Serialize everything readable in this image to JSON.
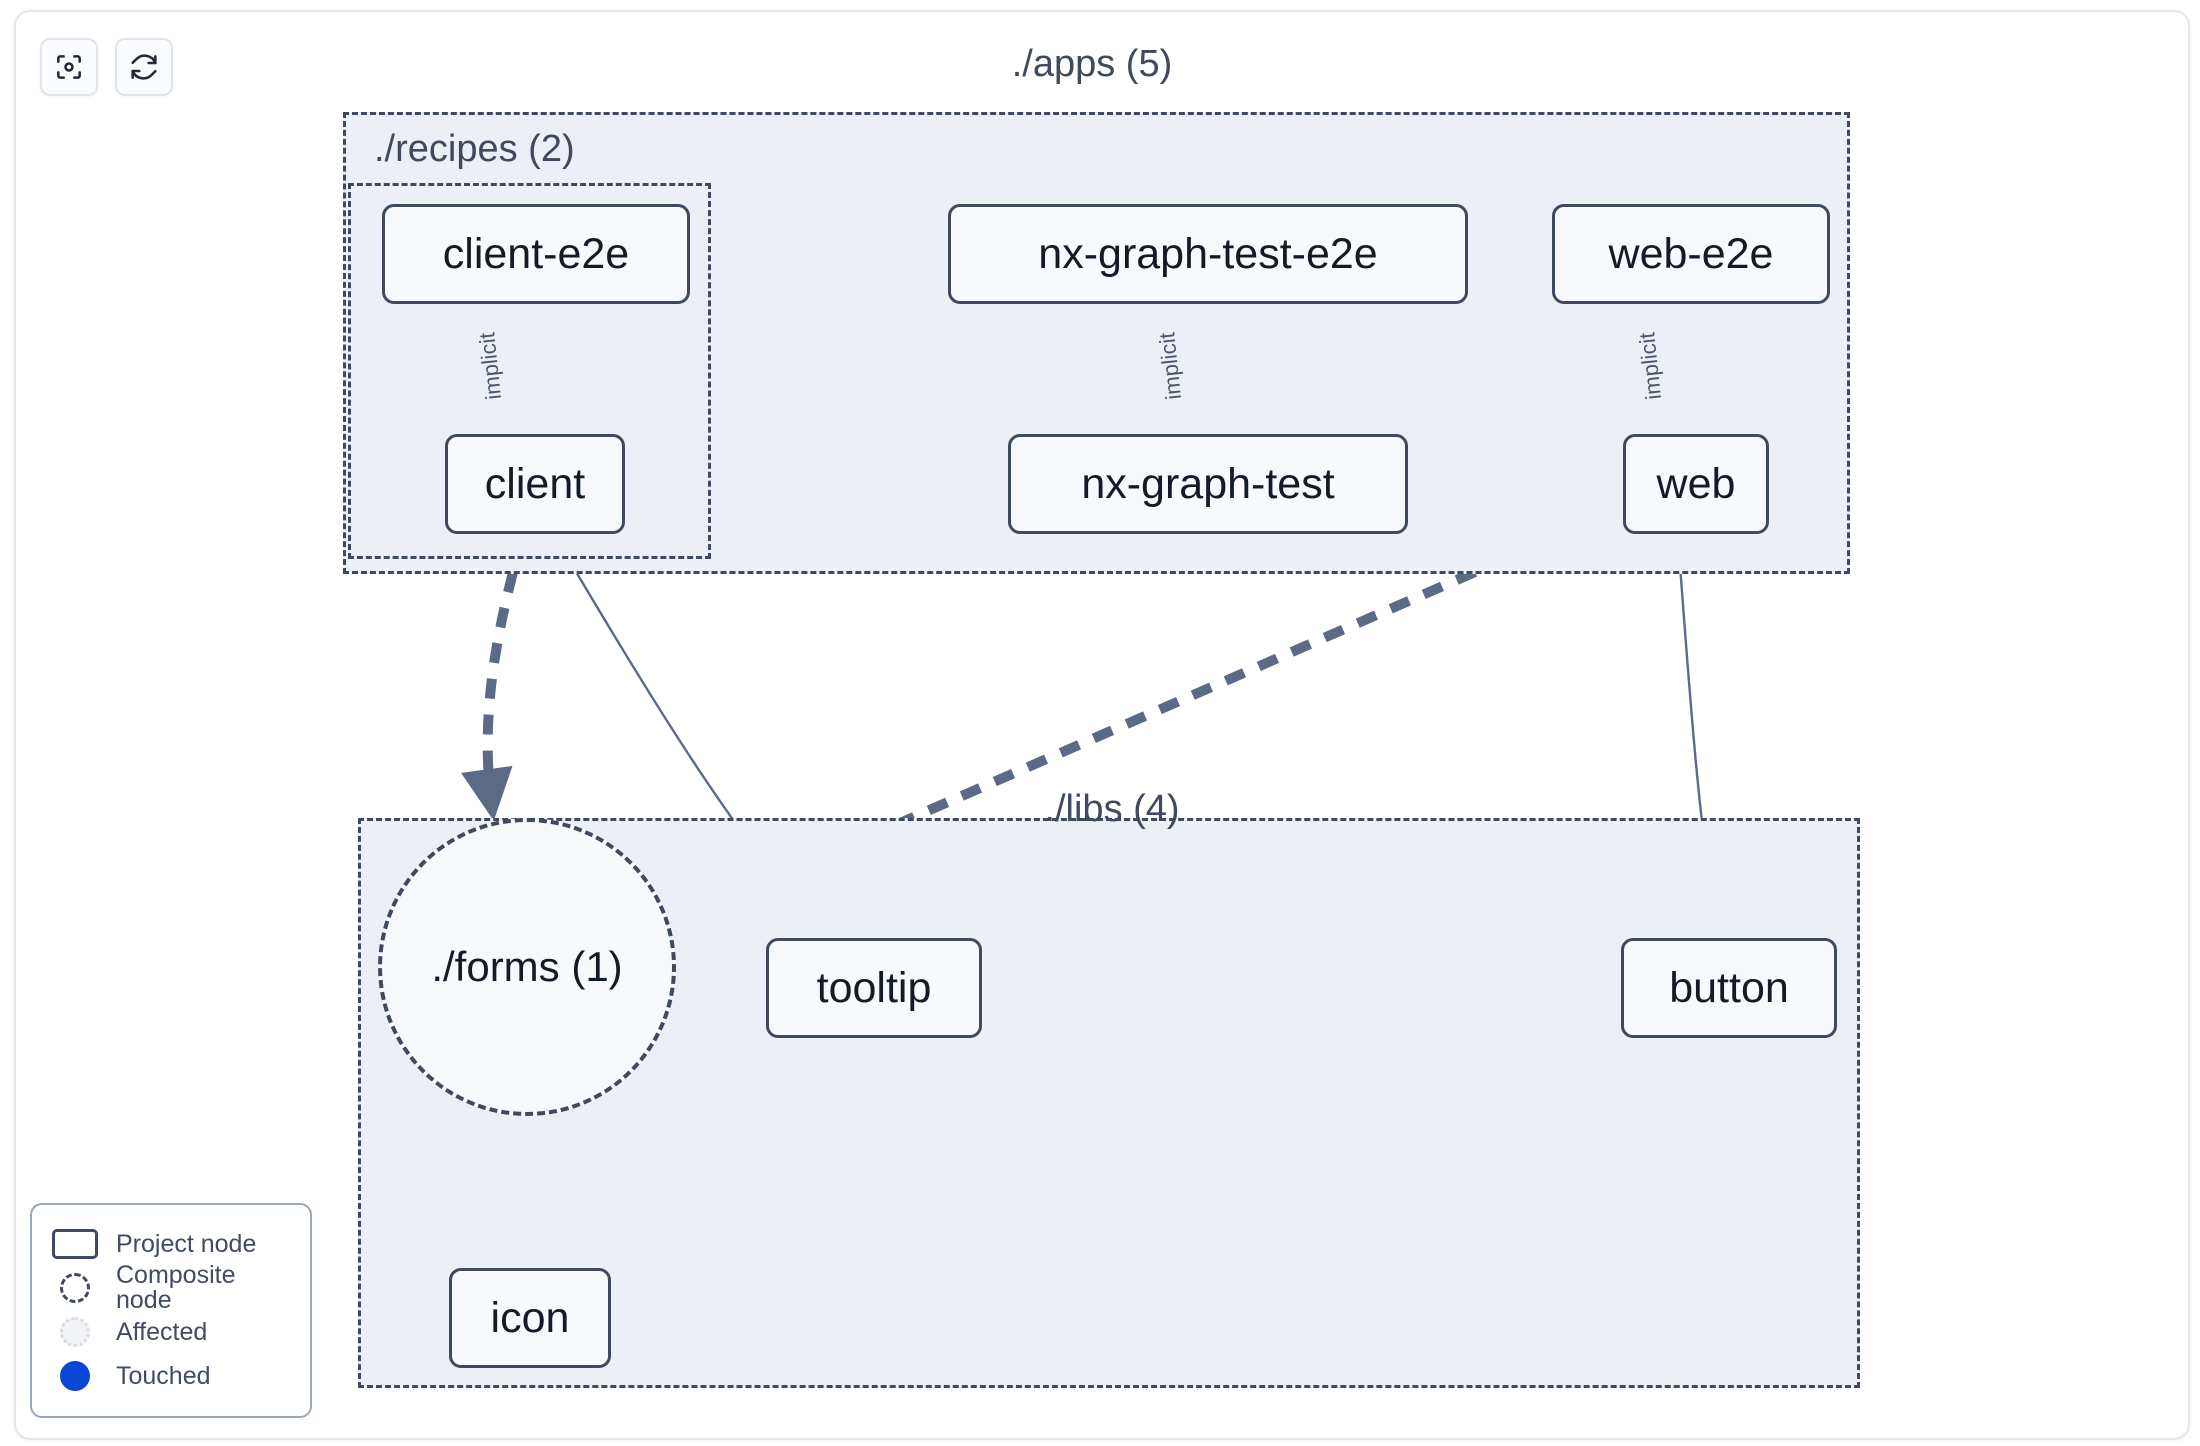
{
  "toolbar": {
    "buttons": [
      {
        "name": "focus-graph-button",
        "icon": "viewfinder-icon",
        "title": "Focus graph"
      },
      {
        "name": "refresh-graph-button",
        "icon": "refresh-icon",
        "title": "Refresh graph"
      }
    ]
  },
  "groups": [
    {
      "id": "apps",
      "label": "./apps (5)",
      "count": 5
    },
    {
      "id": "recipes",
      "label": "./recipes (2)",
      "count": 2
    },
    {
      "id": "libs",
      "label": "./libs (4)",
      "count": 4
    }
  ],
  "nodes": [
    {
      "id": "client-e2e",
      "label": "client-e2e",
      "type": "project",
      "group": "recipes"
    },
    {
      "id": "nx-graph-test-e2e",
      "label": "nx-graph-test-e2e",
      "type": "project",
      "group": "apps"
    },
    {
      "id": "web-e2e",
      "label": "web-e2e",
      "type": "project",
      "group": "apps"
    },
    {
      "id": "client",
      "label": "client",
      "type": "project",
      "group": "recipes"
    },
    {
      "id": "nx-graph-test",
      "label": "nx-graph-test",
      "type": "project",
      "group": "apps"
    },
    {
      "id": "web",
      "label": "web",
      "type": "project",
      "group": "apps"
    },
    {
      "id": "forms",
      "label": "./forms (1)",
      "type": "composite",
      "group": "libs"
    },
    {
      "id": "tooltip",
      "label": "tooltip",
      "type": "project",
      "group": "libs"
    },
    {
      "id": "button",
      "label": "button",
      "type": "project",
      "group": "libs"
    },
    {
      "id": "icon",
      "label": "icon",
      "type": "project",
      "group": "libs"
    }
  ],
  "edges": [
    {
      "from": "client-e2e",
      "to": "client",
      "label": "implicit",
      "style": "solid-thin"
    },
    {
      "from": "nx-graph-test-e2e",
      "to": "nx-graph-test",
      "label": "implicit",
      "style": "solid-thin"
    },
    {
      "from": "web-e2e",
      "to": "web",
      "label": "implicit",
      "style": "solid-thin"
    },
    {
      "from": "client",
      "to": "forms",
      "label": "",
      "style": "dashed-thick"
    },
    {
      "from": "client",
      "to": "tooltip",
      "label": "",
      "style": "solid-thin"
    },
    {
      "from": "web",
      "to": "forms",
      "label": "",
      "style": "dashed-thick"
    },
    {
      "from": "web",
      "to": "button",
      "label": "",
      "style": "solid-thin"
    },
    {
      "from": "forms",
      "to": "icon",
      "label": "",
      "style": "dashed-thick"
    }
  ],
  "legend": {
    "items": [
      {
        "symbol": "project-node-symbol",
        "label": "Project node"
      },
      {
        "symbol": "composite-node-symbol",
        "label": "Composite node"
      },
      {
        "symbol": "affected-symbol",
        "label": "Affected"
      },
      {
        "symbol": "touched-symbol",
        "label": "Touched"
      }
    ]
  },
  "colors": {
    "node_border": "#3f4a5e",
    "node_fill": "#f7f9fc",
    "group_fill": "#eceff5",
    "edge": "#5b6b85",
    "touched": "#0b45d8",
    "text": "#131b29"
  }
}
